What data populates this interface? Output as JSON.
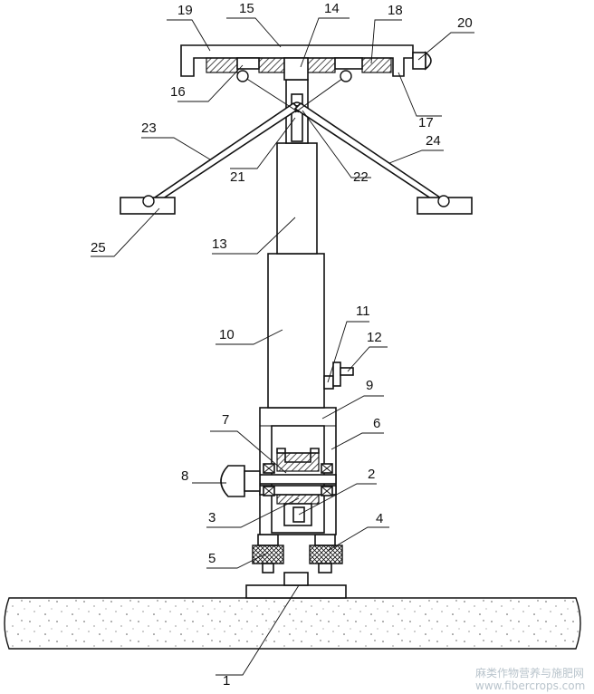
{
  "figure": {
    "callouts": [
      "1",
      "2",
      "3",
      "4",
      "5",
      "6",
      "7",
      "8",
      "9",
      "10",
      "11",
      "12",
      "13",
      "14",
      "15",
      "16",
      "17",
      "18",
      "19",
      "20",
      "21",
      "22",
      "23",
      "24",
      "25"
    ]
  },
  "watermark": {
    "line1": "麻类作物营养与施肥网",
    "line2": "www.fibercrops.com"
  },
  "colors": {
    "line": "#111111",
    "hatch": "#222222",
    "ground": "#ffffff",
    "watermark": "#b9c4cc"
  }
}
